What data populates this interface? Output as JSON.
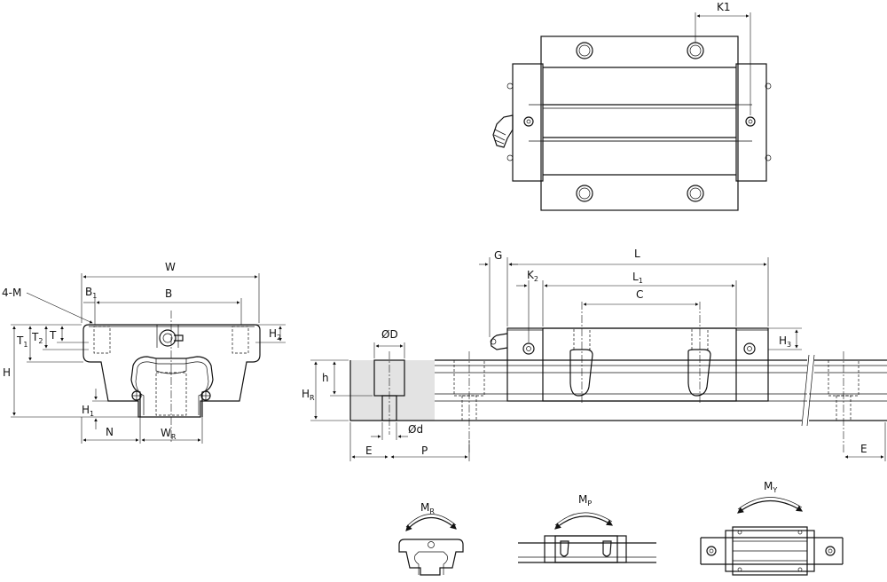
{
  "top_view": {
    "K1": "K1"
  },
  "front_view": {
    "M": "4-M",
    "W": "W",
    "B": "B",
    "B1": [
      "B",
      "1"
    ],
    "T": "T",
    "T1": [
      "T",
      "1"
    ],
    "T2": [
      "T",
      "2"
    ],
    "H": "H",
    "H1": [
      "H",
      "1"
    ],
    "H2": [
      "H",
      "2"
    ],
    "N": "N",
    "WR": [
      "W",
      "R"
    ]
  },
  "side_view": {
    "G": "G",
    "L": "L",
    "L1": [
      "L",
      "1"
    ],
    "K2": [
      "K",
      "2"
    ],
    "C": "C",
    "H3": [
      "H",
      "3"
    ],
    "HR": [
      "H",
      "R"
    ],
    "h": "h",
    "D": "ØD",
    "d": "Ød",
    "E": "E",
    "P": "P",
    "E_right": "E"
  },
  "moments": {
    "MR": [
      "M",
      "R"
    ],
    "MP": [
      "M",
      "P"
    ],
    "MY": [
      "M",
      "Y"
    ]
  }
}
